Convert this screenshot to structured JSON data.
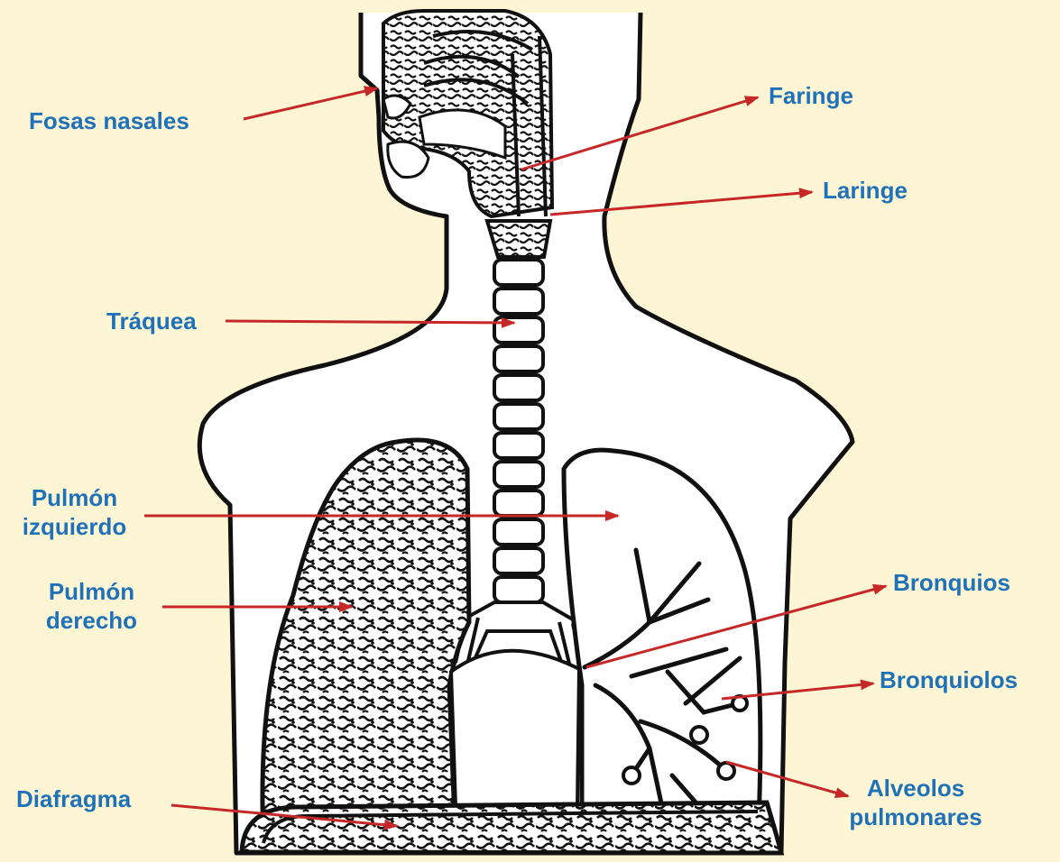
{
  "colors": {
    "background": "#fdf5d3",
    "label": "#1f72b8",
    "arrow": "#c62828",
    "outline": "#111111"
  },
  "labels": {
    "fosas_nasales": "Fosas nasales",
    "faringe": "Faringe",
    "laringe": "Laringe",
    "traquea": "Tráquea",
    "pulmon_izquierdo_1": "Pulmón",
    "pulmon_izquierdo_2": "izquierdo",
    "pulmon_derecho_1": "Pulmón",
    "pulmon_derecho_2": "derecho",
    "bronquios": "Bronquios",
    "bronquiolos": "Bronquiolos",
    "diafragma": "Diafragma",
    "alveolos_1": "Alveolos",
    "alveolos_2": "pulmonares"
  }
}
